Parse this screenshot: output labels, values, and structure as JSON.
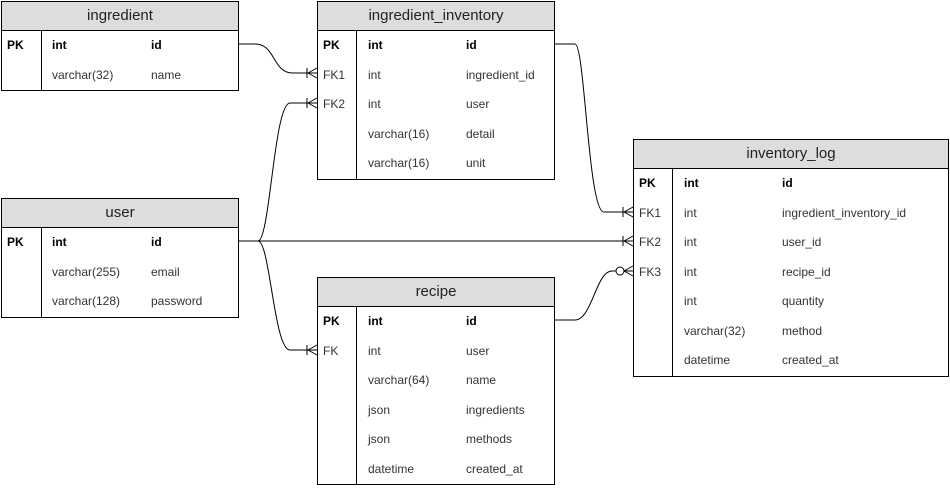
{
  "tables": [
    {
      "id": "ingredient",
      "title": "ingredient",
      "rows": [
        {
          "key": "PK",
          "type": "int",
          "name": "id"
        },
        {
          "key": "",
          "type": "varchar(32)",
          "name": "name"
        }
      ]
    },
    {
      "id": "ingredient_inventory",
      "title": "ingredient_inventory",
      "rows": [
        {
          "key": "PK",
          "type": "int",
          "name": "id"
        },
        {
          "key": "FK1",
          "type": "int",
          "name": "ingredient_id"
        },
        {
          "key": "FK2",
          "type": "int",
          "name": "user"
        },
        {
          "key": "",
          "type": "varchar(16)",
          "name": "detail"
        },
        {
          "key": "",
          "type": "varchar(16)",
          "name": "unit"
        }
      ]
    },
    {
      "id": "user",
      "title": "user",
      "rows": [
        {
          "key": "PK",
          "type": "int",
          "name": "id"
        },
        {
          "key": "",
          "type": "varchar(255)",
          "name": "email"
        },
        {
          "key": "",
          "type": "varchar(128)",
          "name": "password"
        }
      ]
    },
    {
      "id": "recipe",
      "title": "recipe",
      "rows": [
        {
          "key": "PK",
          "type": "int",
          "name": "id"
        },
        {
          "key": "FK",
          "type": "int",
          "name": "user"
        },
        {
          "key": "",
          "type": "varchar(64)",
          "name": "name"
        },
        {
          "key": "",
          "type": "json",
          "name": "ingredients"
        },
        {
          "key": "",
          "type": "json",
          "name": "methods"
        },
        {
          "key": "",
          "type": "datetime",
          "name": "created_at"
        }
      ]
    },
    {
      "id": "inventory_log",
      "title": "inventory_log",
      "rows": [
        {
          "key": "PK",
          "type": "int",
          "name": "id"
        },
        {
          "key": "FK1",
          "type": "int",
          "name": "ingredient_inventory_id"
        },
        {
          "key": "FK2",
          "type": "int",
          "name": "user_id"
        },
        {
          "key": "FK3",
          "type": "int",
          "name": "recipe_id"
        },
        {
          "key": "",
          "type": "int",
          "name": "quantity"
        },
        {
          "key": "",
          "type": "varchar(32)",
          "name": "method"
        },
        {
          "key": "",
          "type": "datetime",
          "name": "created_at"
        }
      ]
    }
  ],
  "relationships": [
    {
      "from": "ingredient.id",
      "to": "ingredient_inventory.ingredient_id",
      "cardinality": "one-to-many"
    },
    {
      "from": "user.id",
      "to": "ingredient_inventory.user",
      "cardinality": "one-to-many"
    },
    {
      "from": "user.id",
      "to": "inventory_log.user_id",
      "cardinality": "one-to-many"
    },
    {
      "from": "user.id",
      "to": "recipe.user",
      "cardinality": "one-to-many"
    },
    {
      "from": "ingredient_inventory.id",
      "to": "inventory_log.ingredient_inventory_id",
      "cardinality": "one-to-many"
    },
    {
      "from": "recipe.id",
      "to": "inventory_log.recipe_id",
      "cardinality": "zero-or-many"
    }
  ]
}
